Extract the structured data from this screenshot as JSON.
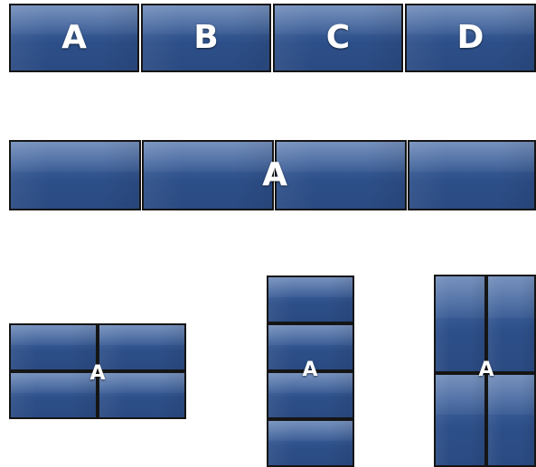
{
  "layouts": {
    "individual": {
      "labels": [
        "A",
        "B",
        "C",
        "D"
      ]
    },
    "horizontal_span": {
      "label": "A"
    },
    "grid_2x2": {
      "label": "A"
    },
    "vertical_stack": {
      "label": "A"
    },
    "portrait_2x2": {
      "label": "A"
    }
  },
  "colors": {
    "screen": "#2d4f89",
    "bezel": "#151515",
    "background": "#ffffff",
    "label": "#ffffff"
  }
}
